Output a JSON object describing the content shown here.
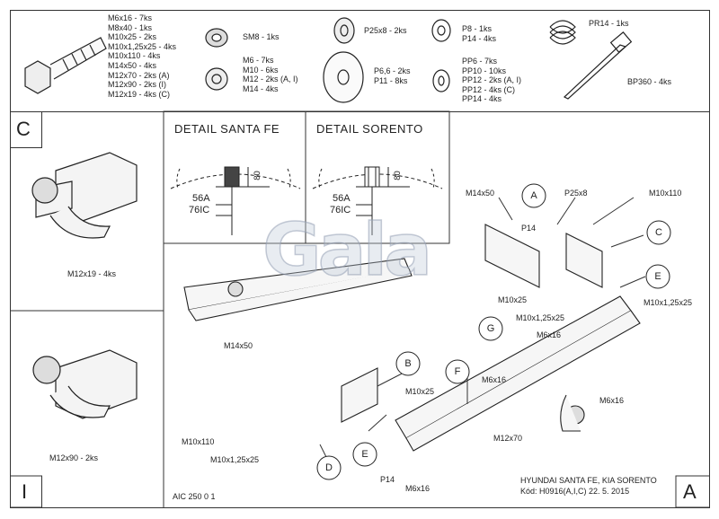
{
  "parts_list": {
    "bolts": [
      "M6x16 - 7ks",
      "M8x40 - 1ks",
      "M10x25 - 2ks",
      "M10x1,25x25 - 4ks",
      "M10x110 - 4ks",
      "M14x50 - 4ks",
      "M12x70 - 2ks (A)",
      "M12x90 - 2ks (I)",
      "M12x19 - 4ks (C)"
    ],
    "sm8": "SM8 - 1ks",
    "nuts": [
      "M6 - 7ks",
      "M10 - 6ks",
      "M12 - 2ks (A, I)",
      "M14 - 4ks"
    ],
    "p25": "P25x8 - 2ks",
    "p66": [
      "P6,6 - 2ks",
      "P11 - 8ks"
    ],
    "p8": [
      "P8 - 1ks",
      "P14 - 4ks"
    ],
    "pp": [
      "PP6 - 7ks",
      "PP10 - 10ks",
      "PP12 - 2ks (A, I)",
      "PP12 - 4ks (C)",
      "PP14 - 4ks"
    ],
    "pr14": "PR14 - 1ks",
    "bp360": "BP360 - 4ks"
  },
  "panels": {
    "c_letter": "C",
    "c_label": "M12x19 - 4ks",
    "i_letter": "I",
    "i_label": "M12x90 - 2ks",
    "a_letter": "A"
  },
  "details": {
    "santa_fe": {
      "title": "DETAIL SANTA FE",
      "dim_v": "80",
      "dim_a": "56A",
      "dim_ic": "76IC"
    },
    "sorento": {
      "title": "DETAIL SORENTO",
      "dim_v": "80",
      "dim_a": "56A",
      "dim_ic": "76IC"
    }
  },
  "labels": {
    "m14x50_top": "M14x50",
    "p25x8": "P25x8",
    "m10x110_top": "M10x110",
    "p14_top": "P14",
    "m10x25_top": "M10x25",
    "m10x125_top": "M10x1,25x25",
    "m10x125_mid": "M10x1,25x25",
    "m6x16_g": "M6x16",
    "m6x16_left": "M6x16",
    "m6x16_right": "M6x16",
    "m12x70": "M12x70",
    "m14x50_bottom": "M14x50",
    "m10x25_bottom": "M10x25",
    "m10x110_bottom": "M10x110",
    "m10x125_bottom": "M10x1,25x25",
    "p14_bottom": "P14",
    "m6x16_bottom": "M6x16"
  },
  "circles": {
    "A": "A",
    "B": "B",
    "C": "C",
    "D": "D",
    "E1": "E",
    "E2": "E",
    "F": "F",
    "G": "G"
  },
  "footer": {
    "code": "AIC 250 0 1",
    "model": "HYUNDAI SANTA FE, KIA SORENTO",
    "kod": "Kód: H0916(A,I,C)  22. 5. 2015"
  },
  "logo_text": "Gala"
}
